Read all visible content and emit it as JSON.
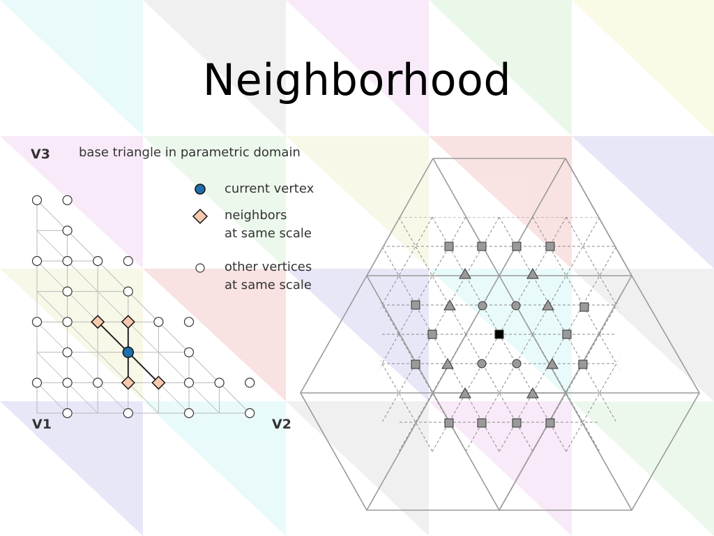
{
  "slide": {
    "title": "Neighborhood"
  },
  "left_diagram": {
    "caption": "base triangle in parametric domain",
    "corners": {
      "v1": "V1",
      "v2": "V2",
      "v3": "V3"
    }
  },
  "legend": {
    "current_vertex": {
      "line1": "current vertex"
    },
    "neighbors": {
      "line1": "neighbors",
      "line2": "at same scale"
    },
    "other": {
      "line1": "other vertices",
      "line2": "at same scale"
    }
  },
  "colors": {
    "current_vertex": "#1f6faa",
    "neighbor": "#f6c9ae",
    "marker_gray": "#9a9a9a",
    "center_marker": "#000000",
    "grid_line": "#b0b0b0"
  }
}
